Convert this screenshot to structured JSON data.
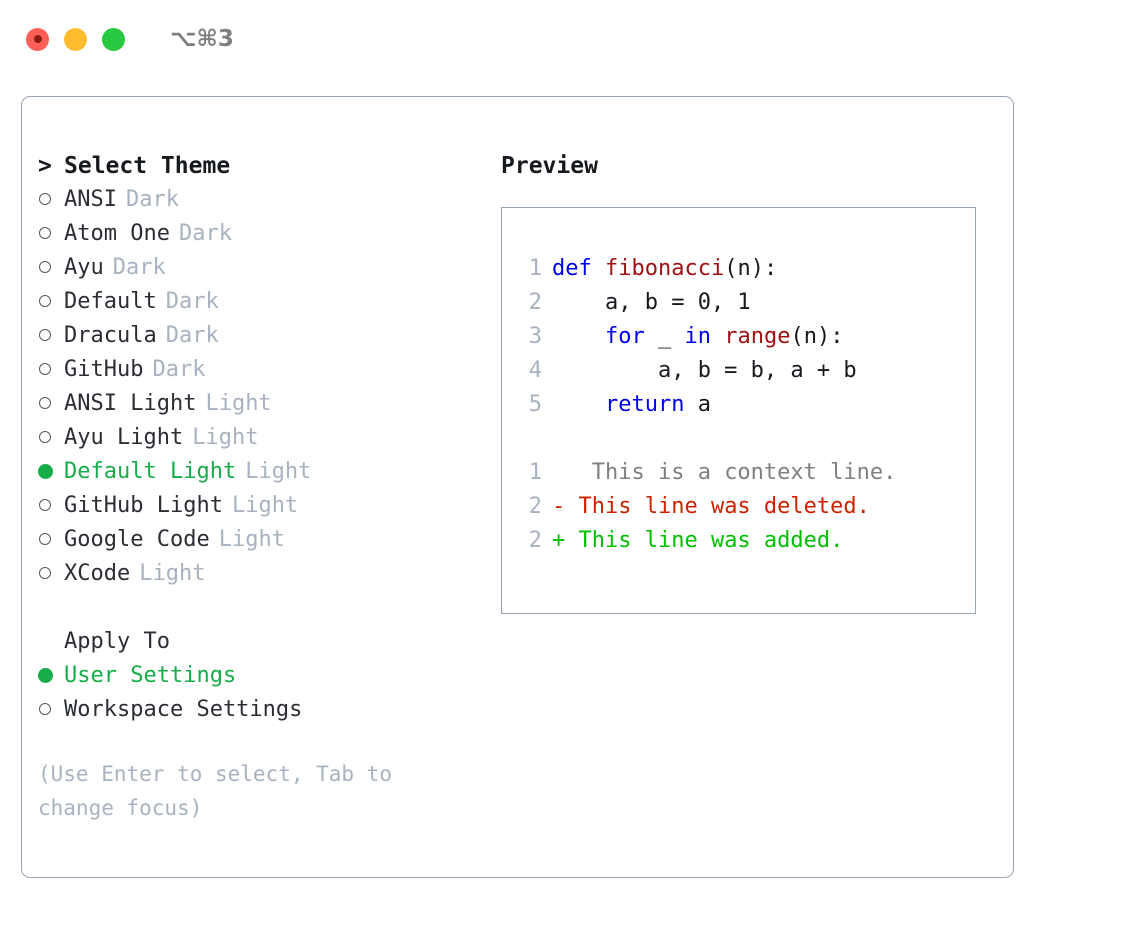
{
  "titlebar": {
    "shortcut": "⌥⌘3",
    "lights": [
      {
        "name": "close",
        "color": "#ff5f57"
      },
      {
        "name": "minimize",
        "color": "#febc2e"
      },
      {
        "name": "maximize",
        "color": "#28c840"
      }
    ]
  },
  "colors": {
    "selected_green": "#17ad4a",
    "diff_added": "#00c000",
    "diff_deleted": "#cc2200",
    "keyword_blue": "#0000ee",
    "function_red": "#a11012",
    "muted": "#a8b2c0",
    "border": "#9aa5b4"
  },
  "theme_section": {
    "caret": ">",
    "header": "Select Theme",
    "marker_unselected": "○",
    "marker_selected": "●",
    "items": [
      {
        "name": "ANSI",
        "category": "Dark",
        "selected": false
      },
      {
        "name": "Atom One",
        "category": "Dark",
        "selected": false
      },
      {
        "name": "Ayu",
        "category": "Dark",
        "selected": false
      },
      {
        "name": "Default",
        "category": "Dark",
        "selected": false
      },
      {
        "name": "Dracula",
        "category": "Dark",
        "selected": false
      },
      {
        "name": "GitHub",
        "category": "Dark",
        "selected": false
      },
      {
        "name": "ANSI Light",
        "category": "Light",
        "selected": false
      },
      {
        "name": "Ayu Light",
        "category": "Light",
        "selected": false
      },
      {
        "name": "Default Light",
        "category": "Light",
        "selected": true
      },
      {
        "name": "GitHub Light",
        "category": "Light",
        "selected": false
      },
      {
        "name": "Google Code",
        "category": "Light",
        "selected": false
      },
      {
        "name": "XCode",
        "category": "Light",
        "selected": false
      }
    ]
  },
  "apply_to_section": {
    "header": "Apply To",
    "items": [
      {
        "name": "User Settings",
        "selected": true
      },
      {
        "name": "Workspace Settings",
        "selected": false
      }
    ]
  },
  "hint": "(Use Enter to select, Tab to change focus)",
  "preview": {
    "title": "Preview",
    "code_lines": [
      {
        "lineno": "1",
        "tokens": [
          {
            "t": "def ",
            "c": "kw"
          },
          {
            "t": "fibonacci",
            "c": "fn"
          },
          {
            "t": "(n):",
            "c": "pln"
          }
        ]
      },
      {
        "lineno": "2",
        "tokens": [
          {
            "t": "    a, b = 0, 1",
            "c": "pln"
          }
        ]
      },
      {
        "lineno": "3",
        "tokens": [
          {
            "t": "    ",
            "c": "pln"
          },
          {
            "t": "for",
            "c": "kw"
          },
          {
            "t": " _ ",
            "c": "pln"
          },
          {
            "t": "in",
            "c": "kw"
          },
          {
            "t": " ",
            "c": "pln"
          },
          {
            "t": "range",
            "c": "fn"
          },
          {
            "t": "(n):",
            "c": "pln"
          }
        ]
      },
      {
        "lineno": "4",
        "tokens": [
          {
            "t": "        a, b = b, a + b",
            "c": "pln"
          }
        ]
      },
      {
        "lineno": "5",
        "tokens": [
          {
            "t": "    ",
            "c": "pln"
          },
          {
            "t": "return",
            "c": "kw"
          },
          {
            "t": " a",
            "c": "pln"
          }
        ]
      }
    ],
    "diff_lines": [
      {
        "lineno": "1",
        "marker": " ",
        "text": "  This is a context line.",
        "kind": "ctx"
      },
      {
        "lineno": "2",
        "marker": "-",
        "text": " This line was deleted.",
        "kind": "del"
      },
      {
        "lineno": "2",
        "marker": "+",
        "text": " This line was added.",
        "kind": "add"
      }
    ]
  }
}
